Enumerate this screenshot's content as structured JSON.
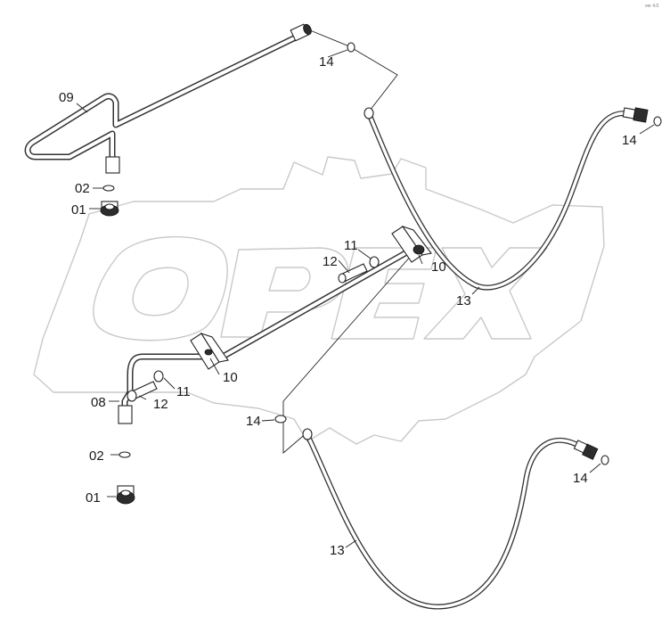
{
  "corner_mark": "ver 4.0",
  "watermark": {
    "text": "OPEX"
  },
  "callouts": {
    "c01_top": "01",
    "c01_bottom": "01",
    "c02_top": "02",
    "c02_bottom": "02",
    "c08": "08",
    "c09": "09",
    "c10_left": "10",
    "c10_right": "10",
    "c11_upper": "11",
    "c11_lower": "11",
    "c12_upper": "12",
    "c12_lower": "12",
    "c13_upper": "13",
    "c13_lower": "13",
    "c14_top": "14",
    "c14_upper_right": "14",
    "c14_middle": "14",
    "c14_lower_right": "14"
  }
}
